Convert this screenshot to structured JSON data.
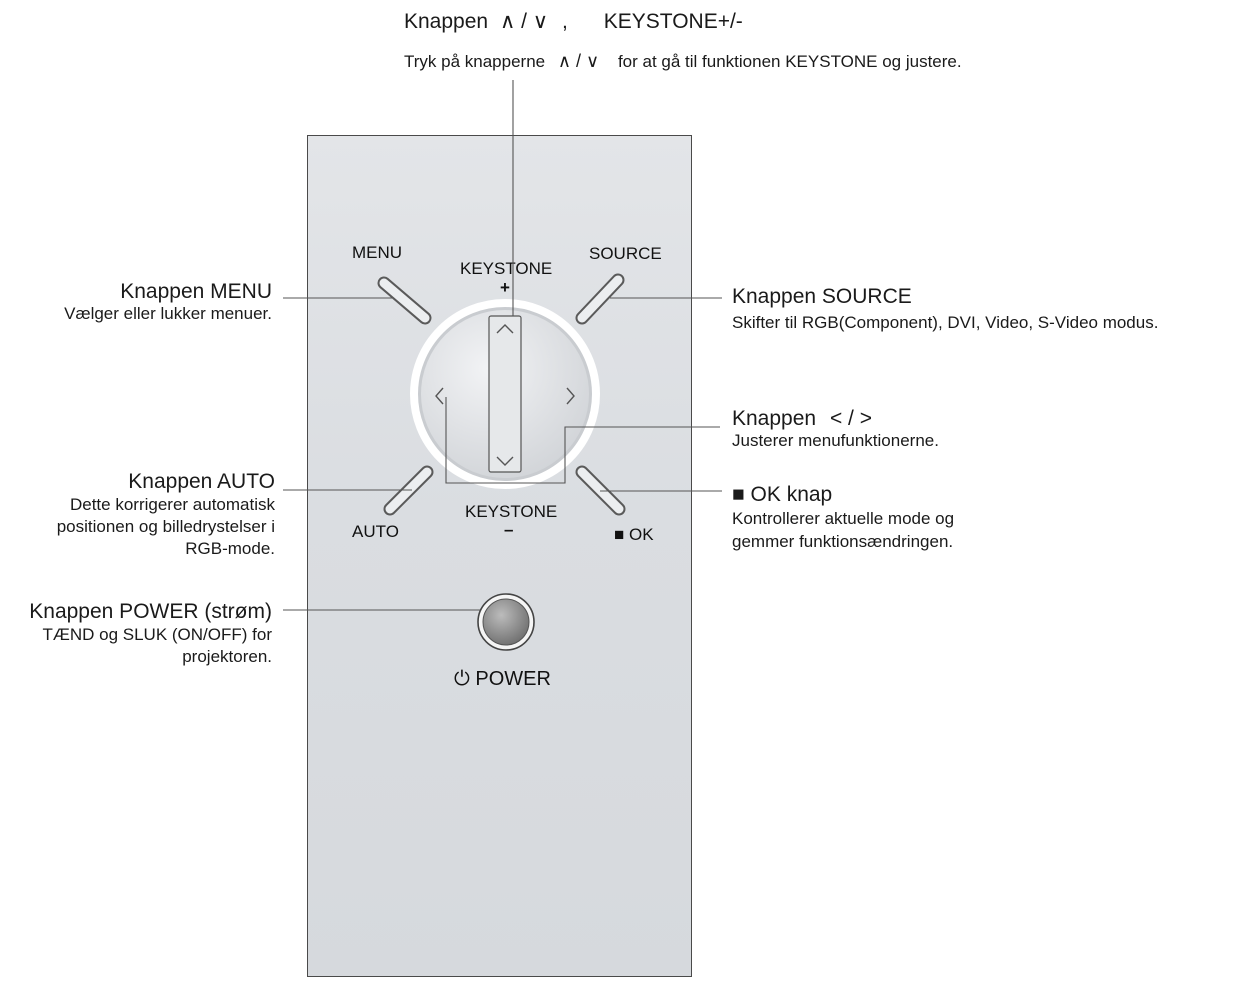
{
  "top": {
    "title_prefix": "Knappen",
    "title_arrows": "∧ / ∨",
    "title_sep": ",",
    "title_suffix": "KEYSTONE+/-",
    "desc_prefix": "Tryk på knapperne",
    "desc_arrows": "∧ / ∨",
    "desc_suffix": "for at gå til funktionen KEYSTONE og justere."
  },
  "callouts": {
    "menu": {
      "title": "Knappen MENU",
      "desc": "Vælger eller lukker menuer."
    },
    "source": {
      "title": "Knappen SOURCE",
      "desc": "Skifter til RGB(Component), DVI, Video, S-Video modus."
    },
    "lr": {
      "title": "Knappen",
      "arrows": "< / >",
      "desc": "Justerer menufunktionerne."
    },
    "ok": {
      "title": "■ OK knap",
      "desc1": "Kontrollerer aktuelle mode og",
      "desc2": "gemmer funktionsændringen."
    },
    "auto": {
      "title": "Knappen AUTO",
      "desc1": "Dette korrigerer automatisk",
      "desc2": "positionen og billedrystelser i",
      "desc3": "RGB-mode."
    },
    "power": {
      "title": "Knappen POWER (strøm)",
      "desc1": "TÆND og SLUK (ON/OFF) for",
      "desc2": "projektoren."
    }
  },
  "panel": {
    "menu_label": "MENU",
    "source_label": "SOURCE",
    "keystone_top": "KEYSTONE",
    "keystone_plus": "+",
    "keystone_bottom": "KEYSTONE",
    "keystone_minus": "–",
    "auto_label": "AUTO",
    "ok_label": "■ OK",
    "power_label": "POWER",
    "power_symbol": "⏻"
  },
  "colors": {
    "panel": "#dadde1",
    "line": "#555555",
    "border": "#4a4a4a"
  }
}
